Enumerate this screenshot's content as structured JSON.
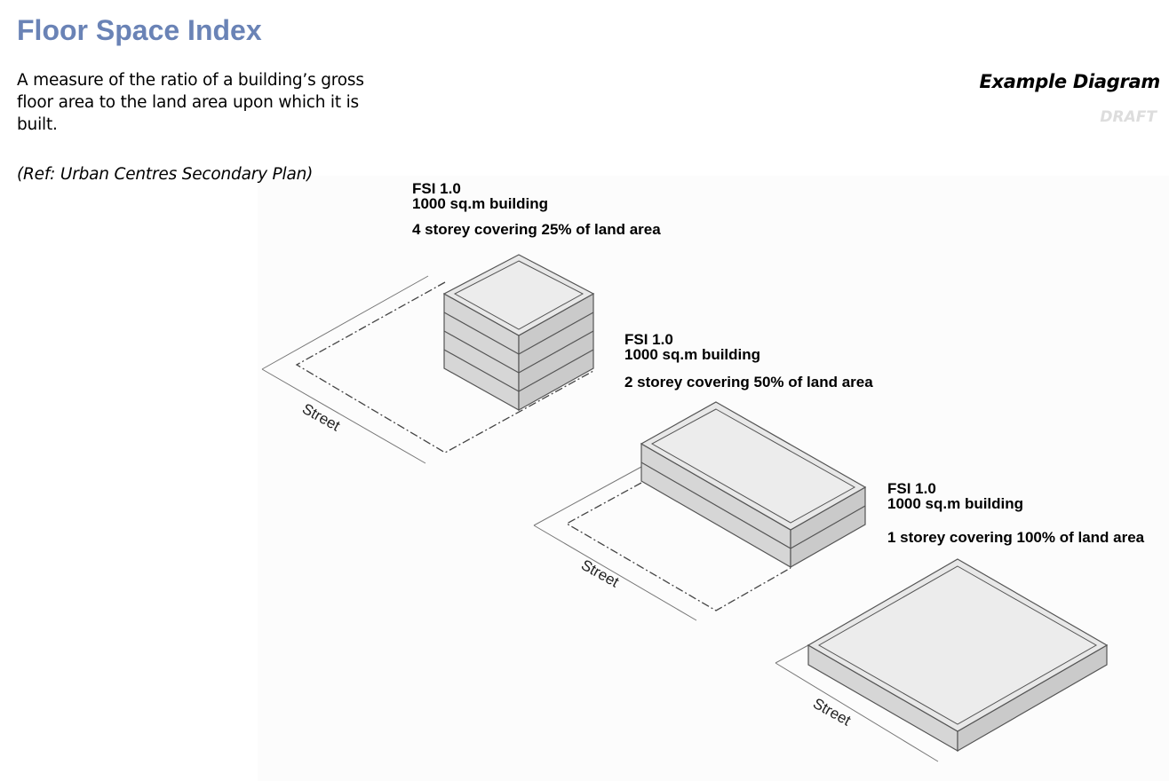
{
  "title": "Floor Space Index",
  "description": "A measure of the ratio of a building’s gross floor area to the land area upon which it is built.",
  "reference": "(Ref: Urban Centres Secondary Plan)",
  "diagram_label": "Example Diagram",
  "draft_label": "DRAFT",
  "examples": [
    {
      "fsi": "FSI 1.0",
      "size": "1000 sq.m building",
      "desc": "4 storey covering 25% of land area",
      "street": "Street"
    },
    {
      "fsi": "FSI 1.0",
      "size": "1000 sq.m building",
      "desc": "2 storey covering 50% of land area",
      "street": "Street"
    },
    {
      "fsi": "FSI 1.0",
      "size": "1000 sq.m building",
      "desc": "1 storey covering 100% of land area",
      "street": "Street"
    }
  ],
  "colors": {
    "title": "#6a83b6",
    "roof": "#ececec",
    "wall": "#d6d6d6",
    "outline": "#555555",
    "draft": "#dddddd"
  }
}
